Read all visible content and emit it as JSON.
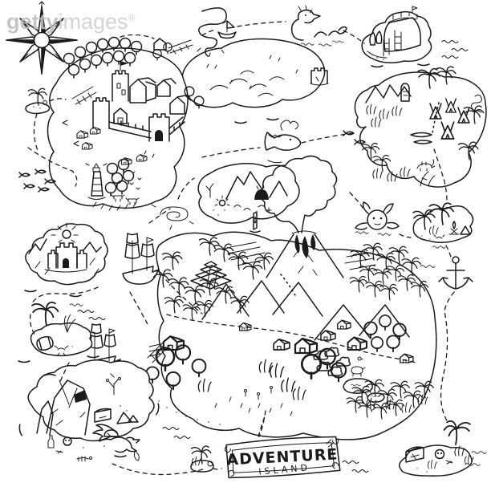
{
  "watermark": {
    "brand_bold": "getty",
    "brand_light": "images",
    "registered_mark": "®"
  },
  "banner": {
    "title_line1": "ADVENTURE",
    "title_line2": "ISLAND"
  },
  "palette": {
    "ink": "#1b1b1b",
    "paper": "#ffffff",
    "watermark_gray": "#c9c9c9"
  },
  "features": [
    {
      "id": "compass-rose",
      "label": "Compass rose"
    },
    {
      "id": "castle-island",
      "label": "Island with medieval castle town"
    },
    {
      "id": "castle-town",
      "label": "Walled castle town"
    },
    {
      "id": "tree-forest",
      "label": "Round-tree forest"
    },
    {
      "id": "meadow-hills",
      "label": "Meadow with hills and ruined tower"
    },
    {
      "id": "lighthouse",
      "label": "Lighthouse"
    },
    {
      "id": "hamlet-huts",
      "label": "Small farm huts"
    },
    {
      "id": "cow-pasture",
      "label": "Grazing animals"
    },
    {
      "id": "fish-school",
      "label": "School of fish"
    },
    {
      "id": "palm-islet-west",
      "label": "Tiny palm islet"
    },
    {
      "id": "dock-piers",
      "label": "Wooden piers"
    },
    {
      "id": "rowing-boat",
      "label": "Small sailing boat"
    },
    {
      "id": "tornado",
      "label": "Tornado waterspout"
    },
    {
      "id": "sea-serpent",
      "label": "Sea serpent"
    },
    {
      "id": "fort-island",
      "label": "Fortified tower island"
    },
    {
      "id": "native-island",
      "label": "Island with tepee camp, moai and mountains"
    },
    {
      "id": "tepee-camp",
      "label": "Tepee camp"
    },
    {
      "id": "moai-statue",
      "label": "Moai statue"
    },
    {
      "id": "canoes",
      "label": "Canoes"
    },
    {
      "id": "snake",
      "label": "Snake"
    },
    {
      "id": "tiger",
      "label": "Tiger"
    },
    {
      "id": "whale",
      "label": "Giant fish with open mouth"
    },
    {
      "id": "whirlpool",
      "label": "Whirlpool"
    },
    {
      "id": "cave-island",
      "label": "Cave island"
    },
    {
      "id": "signpost",
      "label": "Stone marker"
    },
    {
      "id": "volcano",
      "label": "Erupting volcano with smoke cloud"
    },
    {
      "id": "main-island",
      "label": "Main adventure island"
    },
    {
      "id": "pyramid",
      "label": "Stepped pyramid"
    },
    {
      "id": "palm-jungle",
      "label": "Palm jungle"
    },
    {
      "id": "mountain-ridge",
      "label": "Mountain ridges"
    },
    {
      "id": "village",
      "label": "Village houses"
    },
    {
      "id": "farm-fields",
      "label": "Plowed fields"
    },
    {
      "id": "pond",
      "label": "Ponds"
    },
    {
      "id": "pig",
      "label": "Pig"
    },
    {
      "id": "octopus",
      "label": "Octopus"
    },
    {
      "id": "campfire-islet",
      "label": "Campfire islet"
    },
    {
      "id": "anchor",
      "label": "Anchorage mark"
    },
    {
      "id": "fortress-island",
      "label": "Rocky fortress island with glowing gem"
    },
    {
      "id": "pirate-ship-1",
      "label": "Sailing ship"
    },
    {
      "id": "pirate-ship-2",
      "label": "Sailing ship"
    },
    {
      "id": "barrel-islet",
      "label": "Islet with barrel and crab"
    },
    {
      "id": "skull-island",
      "label": "Skull cave island with treasure"
    },
    {
      "id": "treasure-chest",
      "label": "Treasure chest"
    },
    {
      "id": "dragon",
      "label": "Flying dragon"
    },
    {
      "id": "palm-islet-south",
      "label": "Tiny palm islet"
    },
    {
      "id": "treasure-islet",
      "label": "Treasure islet with chest and skull"
    },
    {
      "id": "title-banner",
      "label": "Adventure Island title banner"
    },
    {
      "id": "sea-routes",
      "label": "Dashed sea routes"
    },
    {
      "id": "waves",
      "label": "Ocean waves"
    }
  ]
}
